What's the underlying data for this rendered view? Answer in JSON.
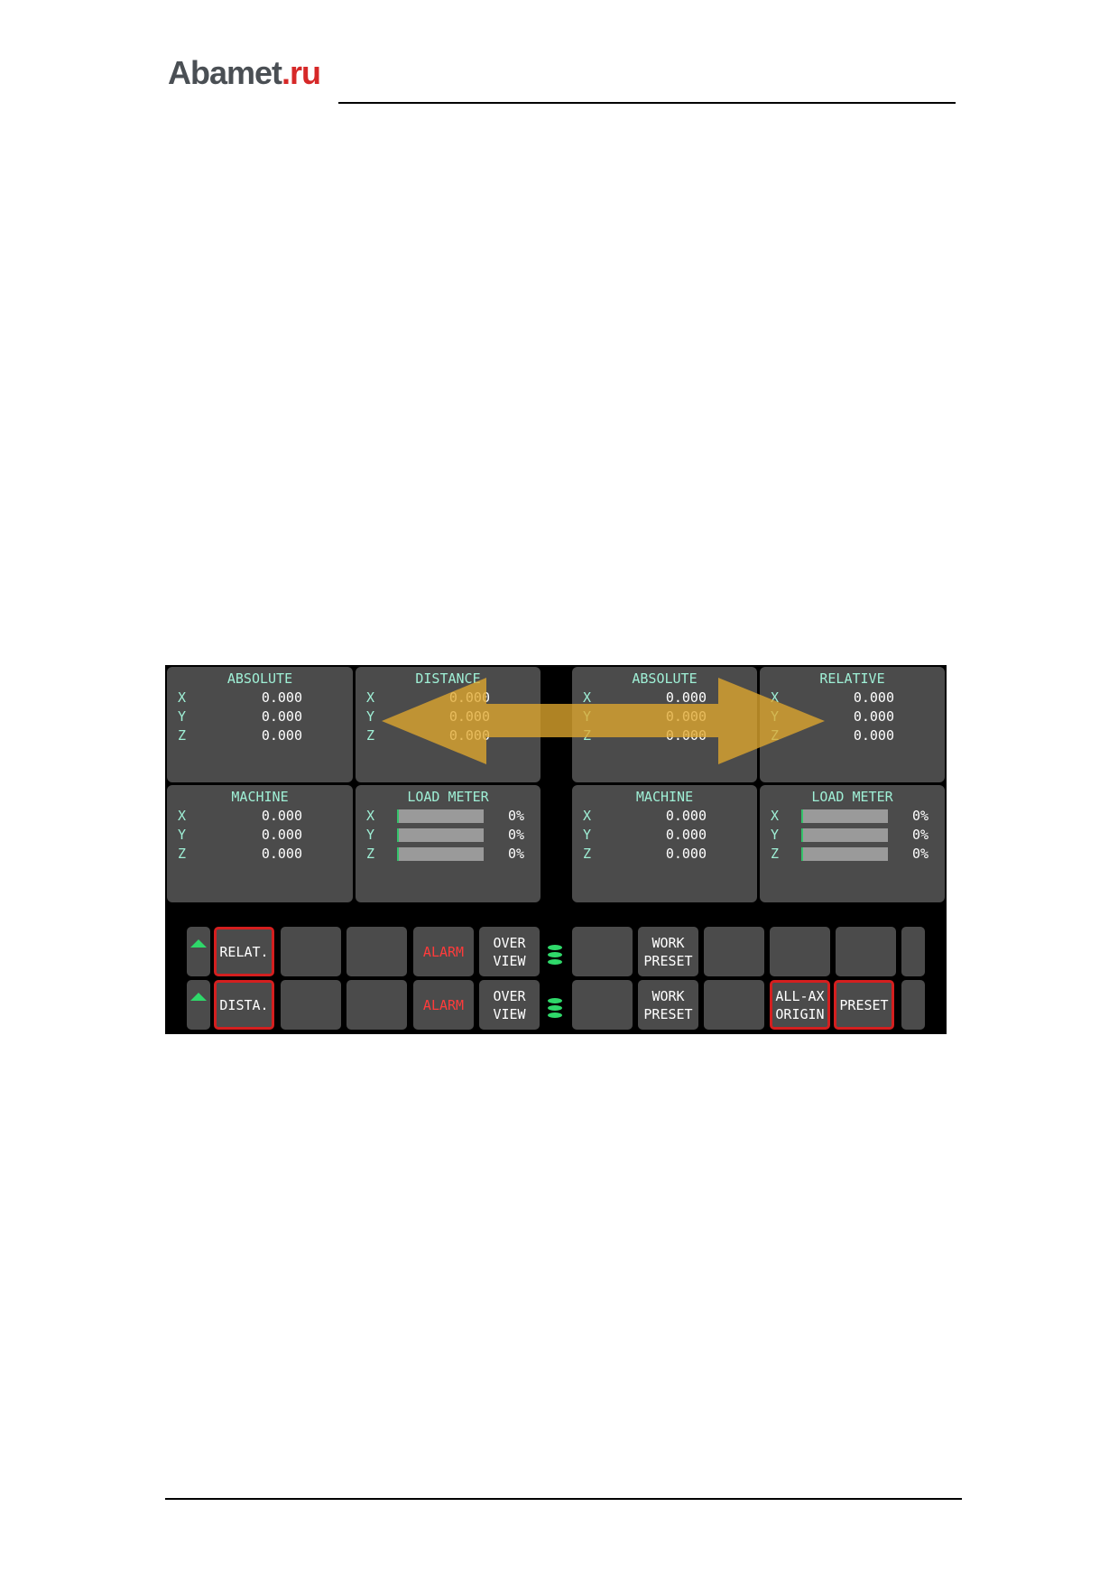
{
  "header": {
    "logo_main": "Abamet",
    "logo_suffix": ".ru"
  },
  "screen": {
    "left_top": [
      {
        "title": "ABSOLUTE",
        "rows": [
          {
            "axis": "X",
            "value": "0.000"
          },
          {
            "axis": "Y",
            "value": "0.000"
          },
          {
            "axis": "Z",
            "value": "0.000"
          }
        ]
      },
      {
        "title": "DISTANCE",
        "rows": [
          {
            "axis": "X",
            "value": "0.000"
          },
          {
            "axis": "Y",
            "value": "0.000"
          },
          {
            "axis": "Z",
            "value": "0.000"
          }
        ]
      }
    ],
    "right_top": [
      {
        "title": "ABSOLUTE",
        "rows": [
          {
            "axis": "X",
            "value": "0.000"
          },
          {
            "axis": "Y",
            "value": "0.000"
          },
          {
            "axis": "Z",
            "value": "0.000"
          }
        ]
      },
      {
        "title": "RELATIVE",
        "rows": [
          {
            "axis": "X",
            "value": "0.000"
          },
          {
            "axis": "Y",
            "value": "0.000"
          },
          {
            "axis": "Z",
            "value": "0.000"
          }
        ]
      }
    ],
    "left_bottom": [
      {
        "title": "MACHINE",
        "rows": [
          {
            "axis": "X",
            "value": "0.000"
          },
          {
            "axis": "Y",
            "value": "0.000"
          },
          {
            "axis": "Z",
            "value": "0.000"
          }
        ]
      },
      {
        "title": "LOAD METER",
        "rows": [
          {
            "axis": "X",
            "value": "0%"
          },
          {
            "axis": "Y",
            "value": "0%"
          },
          {
            "axis": "Z",
            "value": "0%"
          }
        ]
      }
    ],
    "right_bottom": [
      {
        "title": "MACHINE",
        "rows": [
          {
            "axis": "X",
            "value": "0.000"
          },
          {
            "axis": "Y",
            "value": "0.000"
          },
          {
            "axis": "Z",
            "value": "0.000"
          }
        ]
      },
      {
        "title": "LOAD METER",
        "rows": [
          {
            "axis": "X",
            "value": "0%"
          },
          {
            "axis": "Y",
            "value": "0%"
          },
          {
            "axis": "Z",
            "value": "0%"
          }
        ]
      }
    ],
    "softkeys_row1": [
      "RELAT.",
      "",
      "",
      "ALARM",
      "OVER\nVIEW",
      "",
      "WORK\nPRESET",
      "",
      "",
      "",
      ""
    ],
    "softkeys_row2": [
      "DISTA.",
      "",
      "",
      "ALARM",
      "OVER\nVIEW",
      "",
      "WORK\nPRESET",
      "",
      "ALL-AX\nORIGIN",
      "PRESET",
      ""
    ],
    "colors": {
      "accent_text": "#9ff0d6",
      "highlight_border": "#d41f1f",
      "alarm": "#ff3b3b",
      "arrow": "#e0a82e"
    }
  }
}
